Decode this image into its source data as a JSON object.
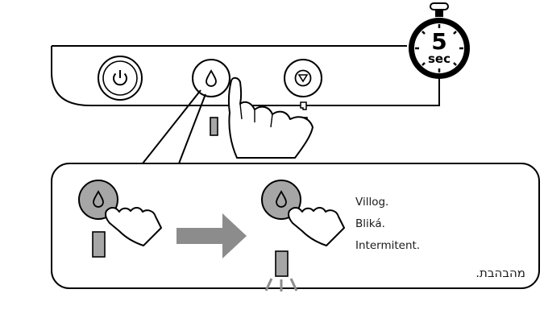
{
  "timer": {
    "seconds": "5",
    "unit": "sec"
  },
  "status_text": {
    "lines": [
      "Villog.",
      "Bliká.",
      "Intermitent."
    ],
    "rtl_line": "מהבהבת."
  },
  "icons": {
    "power": "power-icon",
    "ink": "ink-drop-icon",
    "stop": "stop-icon",
    "paper": "paper-icon",
    "hand": "pointing-hand-icon",
    "timer": "stopwatch-icon",
    "arrow": "right-arrow-icon"
  },
  "colors": {
    "stroke": "#000000",
    "button_fill_pressed": "#a6a6a6",
    "led_fill": "#a6a6a6",
    "arrow_fill": "#8c8c8c"
  }
}
